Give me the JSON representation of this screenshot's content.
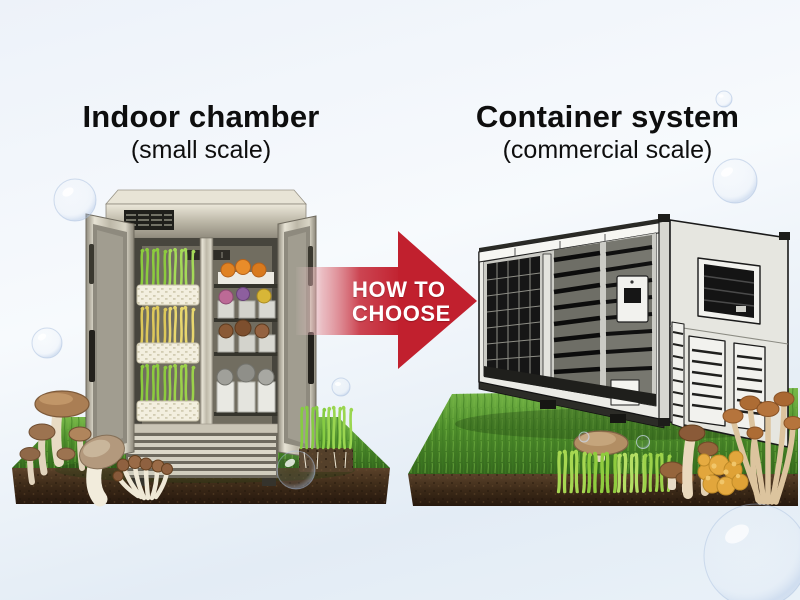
{
  "colors": {
    "arrow_red": "#c1202e",
    "arrow_text": "#ffffff",
    "background_sky": "#edf2f9",
    "title_text": "#0e0e0e",
    "grass_green": "#4f8f2c",
    "soil_brown": "#3c2a18",
    "steel_grey": "#b5b0a2"
  },
  "left_panel": {
    "title": "Indoor chamber",
    "subtitle": "(small scale)"
  },
  "right_panel": {
    "title": "Container system",
    "subtitle": "(commercial scale)"
  },
  "arrow": {
    "line1": "HOW TO",
    "line2": "CHOOSE"
  }
}
